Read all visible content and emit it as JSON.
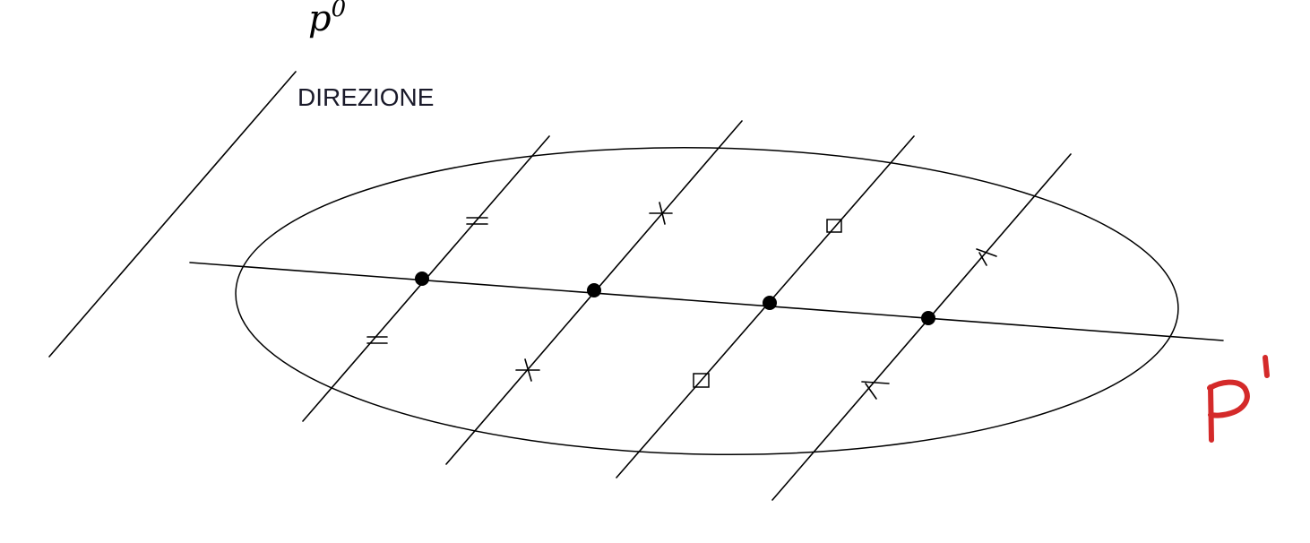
{
  "labels": {
    "top_label": "p",
    "top_label_superscript": "0",
    "direction_label": "DIREZIONE",
    "handwritten_label": "P'"
  },
  "colors": {
    "ink": "#000000",
    "handwritten": "#d42a2a"
  }
}
